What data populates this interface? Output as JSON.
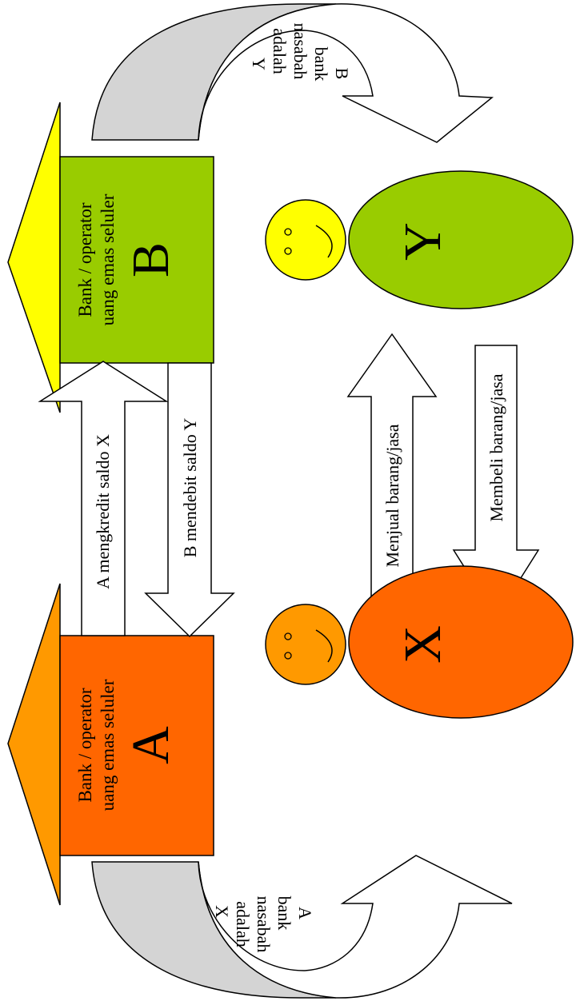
{
  "bank_a": {
    "line1": "Bank / operator",
    "line2": "uang emas seluler",
    "letter": "A",
    "fill_color": "#ff6600",
    "roof_color": "#ff9900"
  },
  "bank_b": {
    "line1": "Bank / operator",
    "line2": "uang emas seluler",
    "letter": "B",
    "fill_color": "#99cc00",
    "roof_color": "#ffff00"
  },
  "person_x": {
    "letter": "X",
    "head_color": "#ff9900",
    "body_color": "#ff6600"
  },
  "person_y": {
    "letter": "Y",
    "head_color": "#ffff00",
    "body_color": "#99cc00"
  },
  "arrows": {
    "a_credit": "A mengkredit saldo X",
    "b_debit": "B mendebit saldo Y",
    "sell": "Menjual barang/jasa",
    "buy": "Membeli barang/jasa"
  },
  "note_x": {
    "line1": "X",
    "line2": "adalah",
    "line3": "nasabah",
    "line4": "bank",
    "line5": "A"
  },
  "note_y": {
    "line1": "Y",
    "line2": "adalah",
    "line3": "nasabah",
    "line4": "bank",
    "line5": "B"
  },
  "colors": {
    "curve_gray": "#d4d4d4",
    "outline": "#000000"
  }
}
